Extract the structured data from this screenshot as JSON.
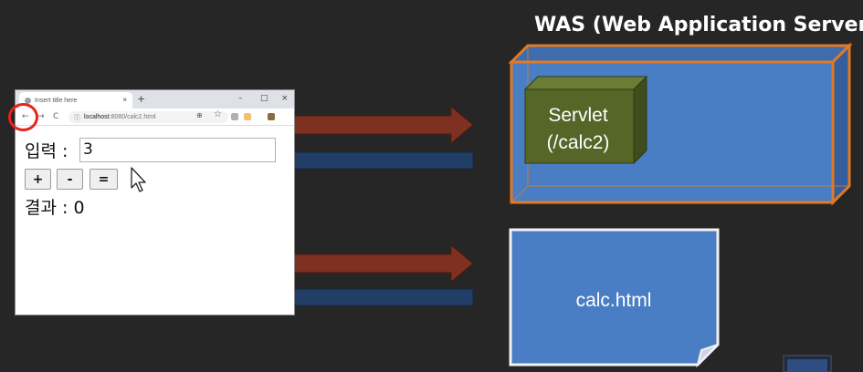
{
  "was": {
    "title": "WAS (Web Application Server)",
    "servlet_line1": "Servlet",
    "servlet_line2": "(/calc2)"
  },
  "static_page": {
    "label": "calc.html"
  },
  "browser": {
    "tab_title": "Insert title here",
    "tab_close": "×",
    "new_tab": "+",
    "minimize": "–",
    "maximize": "□",
    "close": "×",
    "back": "←",
    "forward": "→",
    "reload": "C",
    "url_host": "localhost",
    "url_path": ":8080/calc2.html",
    "form": {
      "input_label": "입력 :",
      "input_value": "3",
      "plus_label": "+",
      "minus_label": "-",
      "equals_label": "=",
      "result_label": "결과 : 0"
    }
  },
  "colors": {
    "background": "#262626",
    "was_box": "#4a7ec4",
    "was_border": "#e07a26",
    "servlet_box": "#566628",
    "request_arrow": "#7e3121",
    "response_arrow": "#233e66",
    "highlight_circle": "#e8231c"
  }
}
